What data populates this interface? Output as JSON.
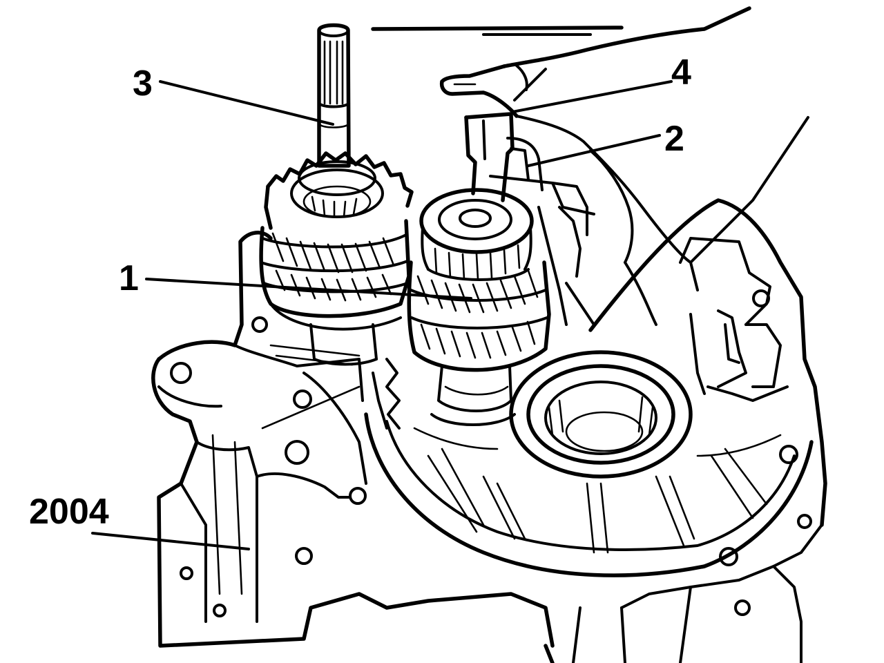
{
  "callouts": {
    "c1": "1",
    "c2": "2",
    "c3": "3",
    "c4": "4",
    "c2004": "2004"
  }
}
